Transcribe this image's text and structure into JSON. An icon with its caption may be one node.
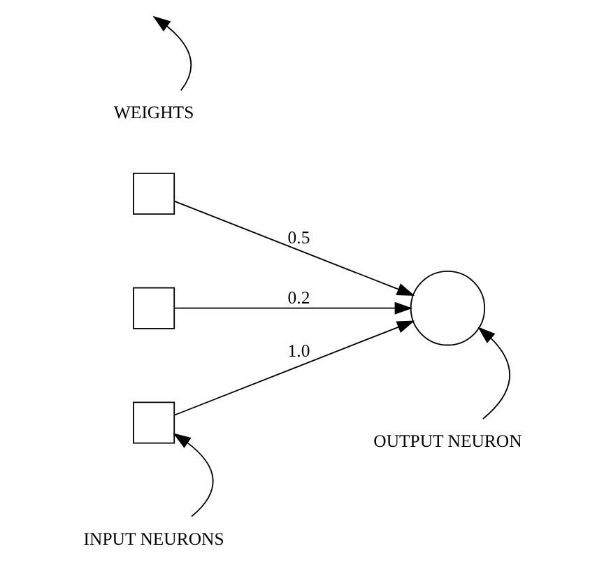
{
  "diagram": {
    "nodes": [
      {
        "text": [],
        "shape": "box"
      },
      {
        "text": [],
        "shape": "box"
      },
      {
        "text": [],
        "shape": "box"
      },
      {
        "text": [],
        "shape": "circle"
      },
      {
        "text": [
          "INPUT NEURONS"
        ]
      },
      {
        "text": [
          "WEIGHTS"
        ]
      },
      {
        "text": [
          "OUTPUT NEURON"
        ]
      }
    ],
    "edges": [
      {
        "from": 0,
        "to": 3,
        "arrow": "to",
        "label": "0.5"
      },
      {
        "from": 1,
        "to": 3,
        "arrow": "to",
        "label": "0.2"
      },
      {
        "from": 2,
        "to": 3,
        "arrow": "to",
        "label": "1.0"
      },
      {
        "from": 4,
        "to": 2,
        "arrow": "to"
      },
      {
        "from": 5,
        "to": null,
        "arrow": "to"
      },
      {
        "from": 6,
        "to": 3,
        "arrow": "to"
      }
    ]
  }
}
